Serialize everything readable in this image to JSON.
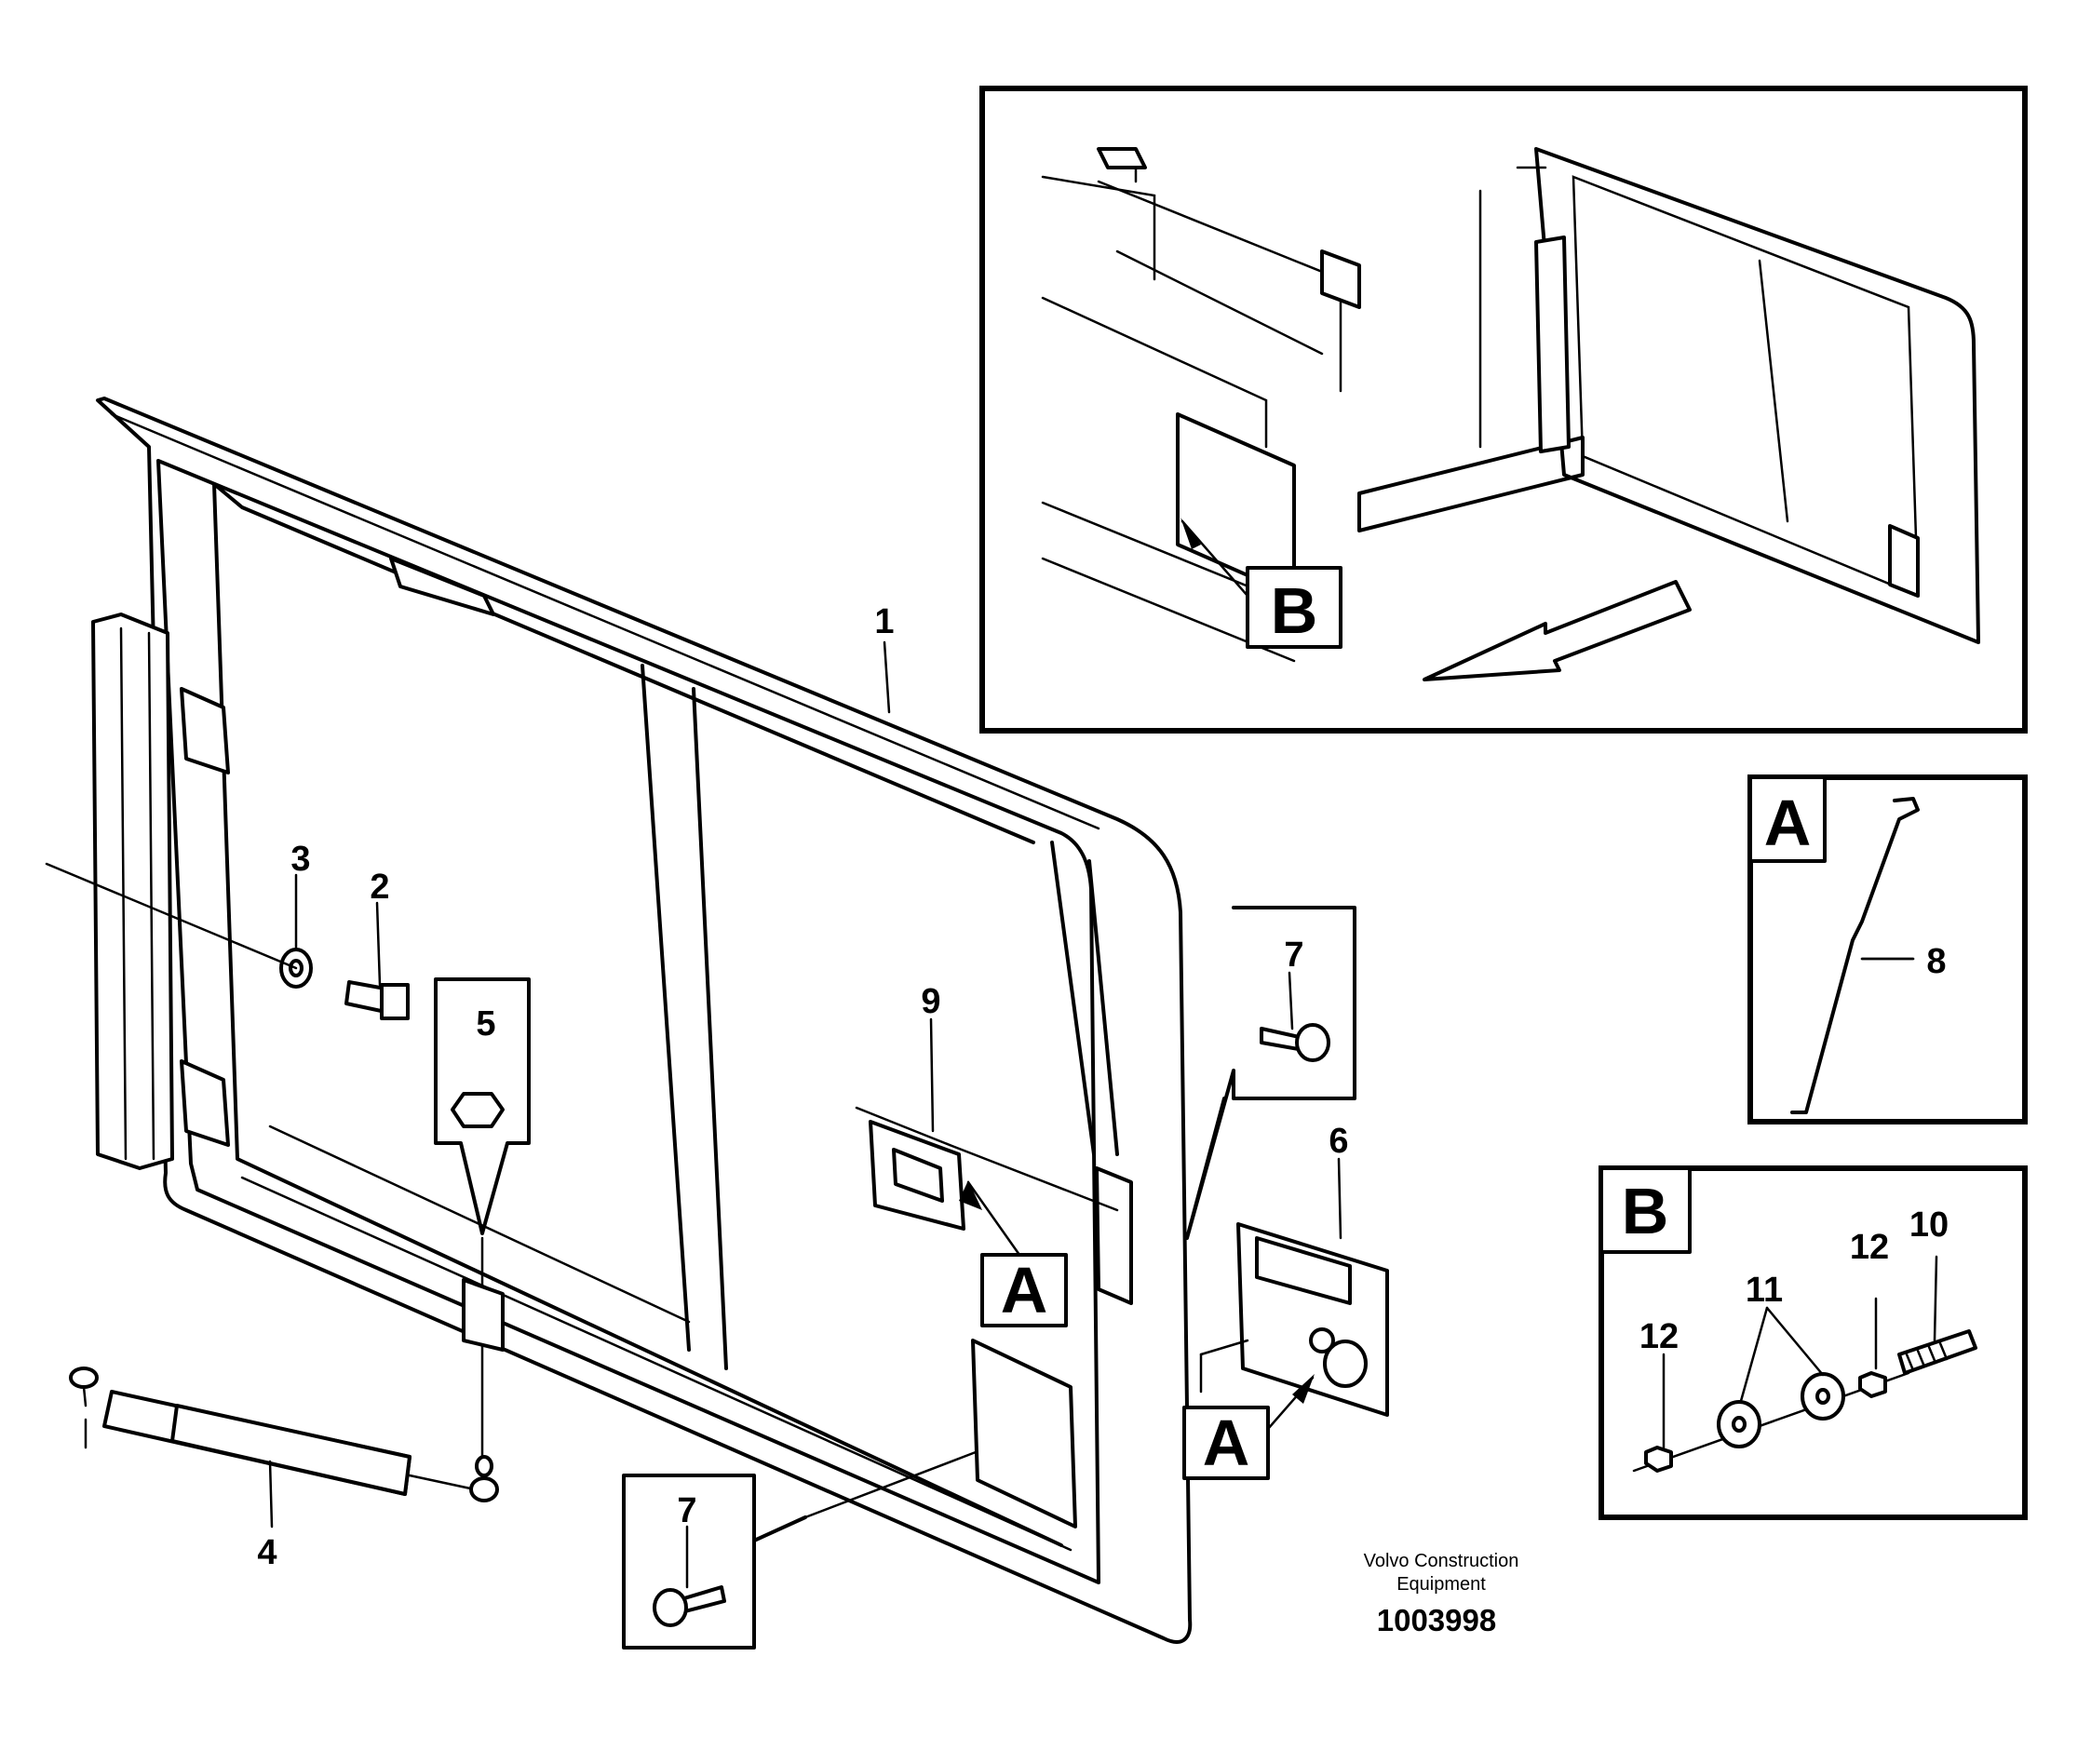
{
  "callouts": {
    "c1": "1",
    "c2": "2",
    "c3": "3",
    "c4": "4",
    "c5": "5",
    "c6": "6",
    "c7a": "7",
    "c7b": "7",
    "c8": "8",
    "c9": "9",
    "c10": "10",
    "c11": "11",
    "c12a": "12",
    "c12b": "12"
  },
  "detail_tags": {
    "a1": "A",
    "a2": "A",
    "b_inset": "B",
    "a_box": "A",
    "b_box": "B"
  },
  "credit": {
    "line1": "Volvo Construction",
    "line2": "Equipment",
    "ref_number": "1003998"
  }
}
